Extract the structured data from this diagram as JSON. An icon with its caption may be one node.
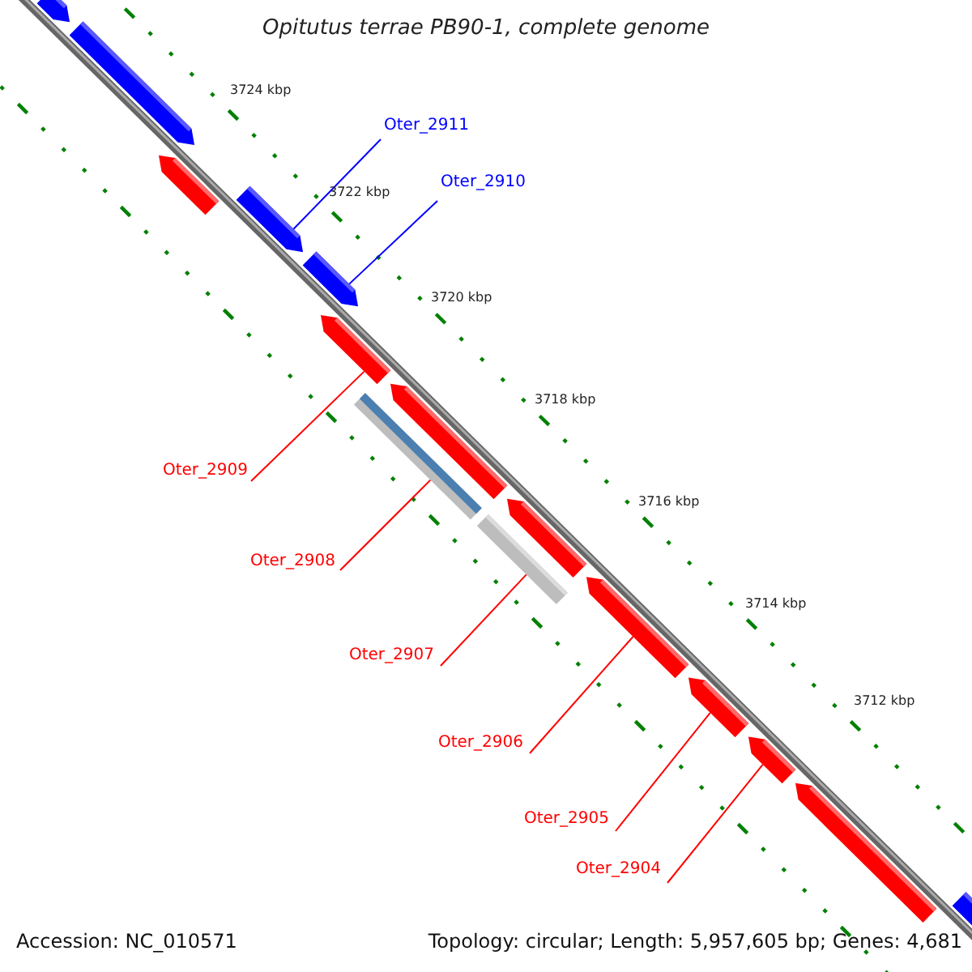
{
  "diagram": {
    "title": "Opitutus terrae PB90-1, complete genome",
    "nodes": [
      {
        "text": [
          "Oter_2911"
        ]
      },
      {
        "text": [
          "Oter_2910"
        ]
      },
      {
        "text": [
          "Oter_2909"
        ]
      },
      {
        "text": [
          "Oter_2908"
        ]
      },
      {
        "text": [
          "Oter_2907"
        ]
      },
      {
        "text": [
          "Oter_2906"
        ]
      },
      {
        "text": [
          "Oter_2905"
        ]
      },
      {
        "text": [
          "Oter_2904"
        ]
      },
      {
        "text": [],
        "shape": "bar"
      },
      {
        "text": [],
        "shape": "bar"
      },
      {
        "text": [],
        "shape": "bar"
      },
      {
        "text": [],
        "shape": "bar"
      },
      {
        "text": [],
        "shape": "bar"
      },
      {
        "text": [],
        "shape": "bar"
      },
      {
        "text": [],
        "shape": "bar"
      },
      {
        "text": [],
        "shape": "bar"
      },
      {
        "text": [],
        "shape": "bar"
      },
      {
        "text": [],
        "shape": "bar"
      },
      {
        "text": [],
        "shape": "bar"
      },
      {
        "text": [],
        "shape": "bar"
      },
      {
        "text": [],
        "shape": "bar"
      },
      {
        "text": [],
        "shape": "bar"
      },
      {
        "text": [],
        "shape": "bar"
      }
    ],
    "edges": [
      {
        "from": 0,
        "to": 11,
        "arrow": "none",
        "color": "#0000ff"
      },
      {
        "from": 1,
        "to": 12,
        "arrow": "none",
        "color": "#0000ff"
      },
      {
        "from": 2,
        "to": 13,
        "arrow": "none"
      },
      {
        "from": 3,
        "to": 15,
        "arrow": "none"
      },
      {
        "from": 4,
        "to": 17,
        "arrow": "none"
      },
      {
        "from": 5,
        "to": 18,
        "arrow": "none"
      },
      {
        "from": 6,
        "to": 19,
        "arrow": "none"
      },
      {
        "from": 7,
        "to": 20,
        "arrow": "none"
      }
    ],
    "labels": [
      "3724 kbp",
      "3722 kbp",
      "3720 kbp",
      "3718 kbp",
      "3716 kbp",
      "3714 kbp",
      "3712 kbp",
      "Accession: NC_010571",
      "Topology: circular; Length: 5,957,605 bp; Genes: 4,681"
    ]
  }
}
